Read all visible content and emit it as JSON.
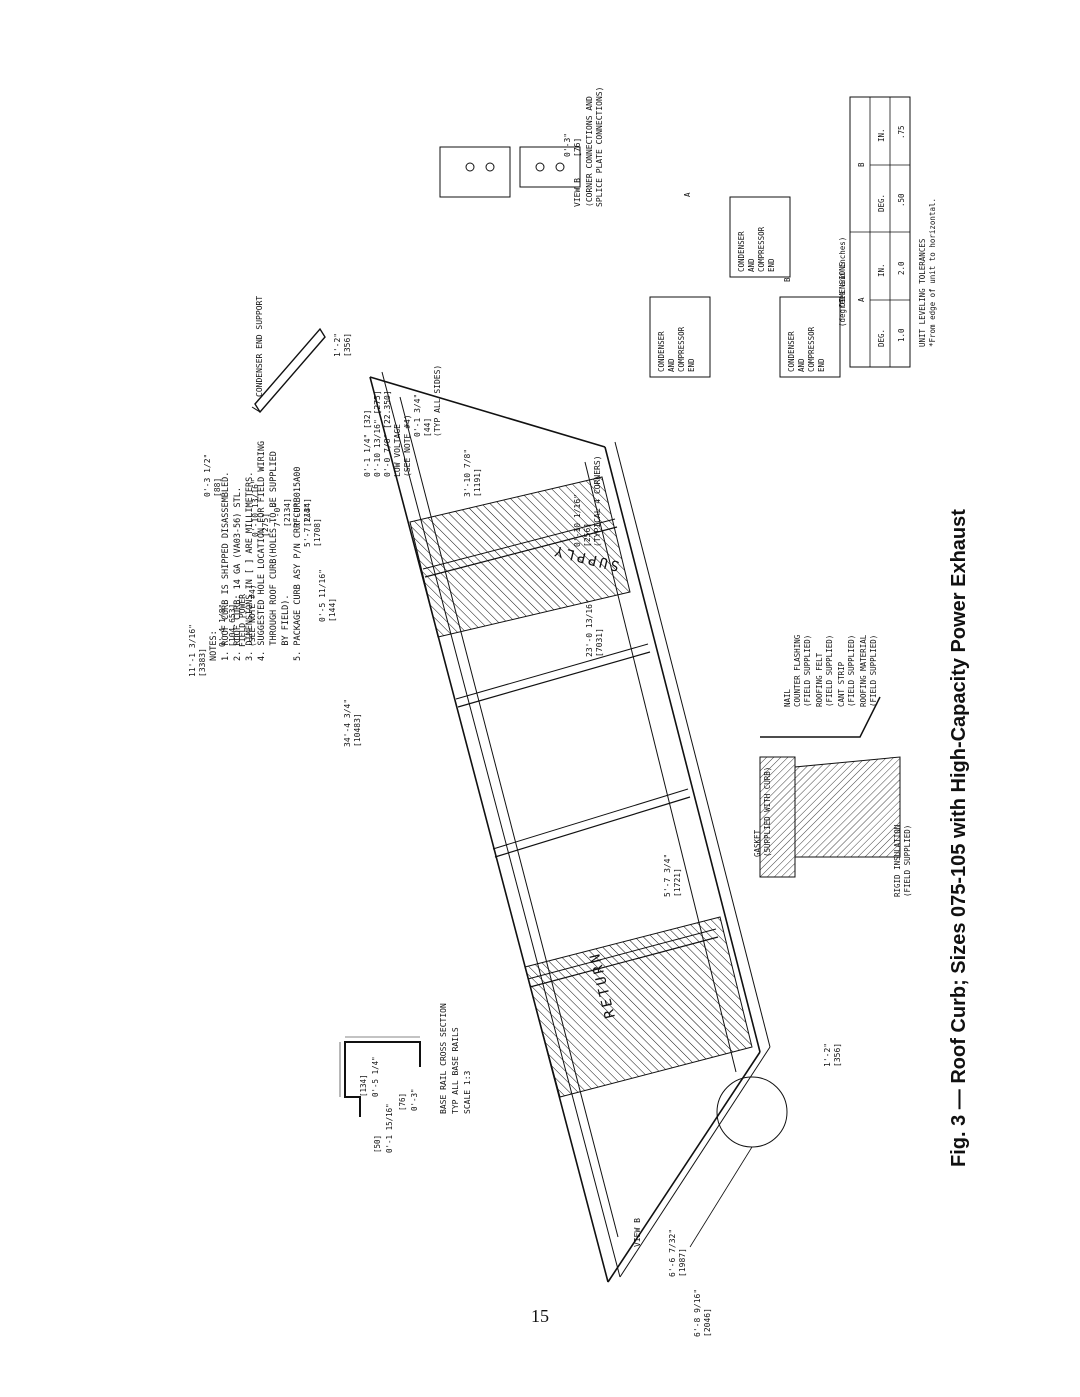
{
  "caption": "Fig. 3 — Roof Curb; Sizes 075-105 with High-Capacity Power Exhaust",
  "page_number": "15",
  "notes": {
    "heading": "NOTES:",
    "items": [
      "1. ROOF CURB IS SHIPPED DISASSEMBLED.",
      "2. ROOF CURB: 14 GA (VA03-56) STL.",
      "3. DIMENSIONS IN [ ] ARE MILLIMETERS.",
      "4. SUGGESTED HOLE LOCATION FOR FIELD WIRING",
      "   THROUGH ROOF CURB(HOLES TO BE SUPPLIED",
      "   BY FIELD).",
      "5. PACKAGE CURB ASY P/N CRRFCURB015A00"
    ]
  },
  "base_rail": {
    "dims": [
      "[50]",
      "0'-1 15/16\"",
      "[76]",
      "0'-3\"",
      "[134]",
      "0'-5 1/4\""
    ],
    "title": [
      "BASE RAIL CROSS SECTION",
      "TYP ALL BASE RAILS",
      "SCALE 1:3"
    ]
  },
  "dimensions": {
    "d1": [
      "6'-6 7/32\"",
      "[1987]"
    ],
    "d2": [
      "6'-8 9/16\"",
      "[2046]"
    ],
    "d3": [
      "34'-4 3/4\"",
      "[10483]"
    ],
    "d4": [
      "23'-0 13/16\"",
      "[7031]"
    ],
    "d5": [
      "5'-7 3/4\"",
      "[1721]"
    ],
    "d6": [
      "1'-2\"",
      "[356]"
    ],
    "d7": [
      "0'-5 11/16\"",
      "[144]"
    ],
    "d8": [
      "0'-10 13/16\"",
      "[275]"
    ],
    "d9": [
      "11'-1 3/16\"",
      "[3383]"
    ],
    "d10": [
      "0'-4 1/8\"",
      "[104.653]",
      "FIELD POWER",
      "(SEE NOTE #4)"
    ],
    "d11": [
      "5'-7 1/4\"",
      "[1708]"
    ],
    "d12": [
      "7'-0\"",
      "[2134]",
      "7'-0\"",
      "[2134]"
    ],
    "d13": [
      "0'-3 1/2\"",
      "[88]"
    ],
    "d14": [
      "1'-2\"",
      "[356]"
    ],
    "d15": [
      "0'-1 1/4\" [32]",
      "0'-10 13/16\" [275]",
      "0'-0 7/8\" [22.350]",
      "LOW VOLTAGE",
      "(SEE NOTE #4)"
    ],
    "d16": [
      "0'-1 3/4\"",
      "[44]",
      "(TYP ALL SIDES)"
    ],
    "d17": [
      "3'-10 7/8\"",
      "[1191]"
    ],
    "d18": [
      "0'-10 1/16\"",
      "[256]",
      "(TYPICAL 4 CORNERS)"
    ]
  },
  "labels": {
    "supply": "SUPPLY",
    "return": "RETURN",
    "condenser_end_support": "CONDENSER END SUPPORT",
    "view_b_pointer": "VIEW B"
  },
  "view_b": {
    "title": "VIEW B",
    "subtitle": [
      "(CORNER CONNECTIONS AND",
      "SPLICE PLATE CONNECTIONS)"
    ],
    "dim": [
      "0'-3\"",
      "[76]"
    ]
  },
  "flashing": {
    "gasket": [
      "GASKET",
      "(SUPPLIED WITH CURB)"
    ],
    "nail": "NAIL",
    "counter_flashing": [
      "COUNTER FLASHING",
      "(FIELD SUPPLIED)"
    ],
    "roofing_felt": [
      "ROOFING FELT",
      "(FIELD SUPPLIED)"
    ],
    "cant_strip": [
      "CANT STRIP",
      "(FIELD SUPPLIED)"
    ],
    "roofing_material": [
      "ROOFING MATERIAL",
      "(FIELD SUPPLIED)"
    ],
    "rigid_insulation": [
      "RIGID INSULATION",
      "(FIELD SUPPLIED)"
    ]
  },
  "leveling": {
    "box_label": [
      "CONDENSER",
      "AND",
      "COMPRESSOR",
      "END"
    ],
    "a_mark": "A",
    "b_mark": "B",
    "table": {
      "title": [
        "DIMENSIONS",
        "(degrees and inches)"
      ],
      "col_a": "A",
      "col_b": "B",
      "headers": [
        "DEG.",
        "IN.",
        "DEG.",
        "IN."
      ],
      "values": [
        "1.0",
        "2.0",
        ".50",
        ".75"
      ],
      "footer": [
        "UNIT LEVELING TOLERANCES",
        "*From edge of unit to horizontal."
      ]
    }
  }
}
